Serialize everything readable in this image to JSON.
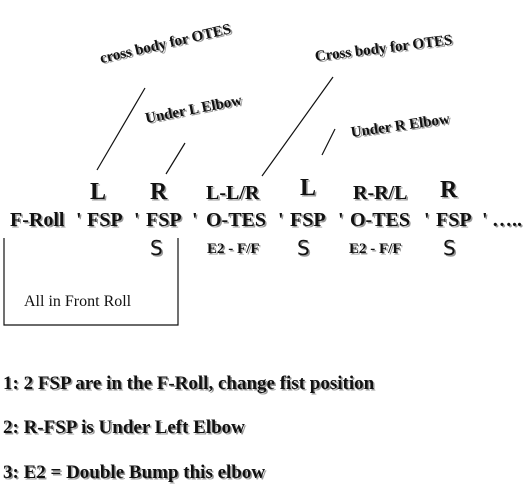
{
  "annotations": {
    "cross_body_1": "cross body for OTES",
    "cross_body_2": "Cross body for OTES",
    "under_l_elbow": "Under L Elbow",
    "under_r_elbow": "Under R Elbow"
  },
  "hands": {
    "h1": "L",
    "h2": "R",
    "h3": "L-L/R",
    "h4": "L",
    "h5": "R-R/L",
    "h6": "R"
  },
  "sequence": {
    "f_roll": "F-Roll",
    "sep": "'",
    "fsp": "FSP",
    "o_tes": "O-TES",
    "ellipsis": "….."
  },
  "sublabels": {
    "s": "S",
    "e2": "E2 - F/F"
  },
  "bracket_label": "All in Front Roll",
  "notes": [
    "1:  2 FSP are in the F-Roll, change fist position",
    "2: R-FSP is Under Left Elbow",
    "3: E2 = Double Bump this elbow"
  ]
}
